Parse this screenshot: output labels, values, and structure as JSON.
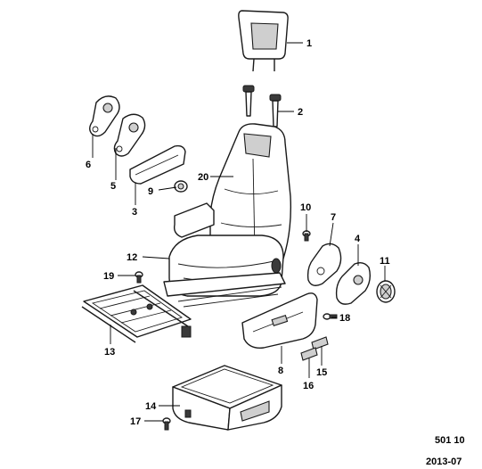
{
  "callouts": {
    "c1": "1",
    "c2": "2",
    "c3": "3",
    "c4": "4",
    "c5": "5",
    "c6": "6",
    "c7": "7",
    "c8": "8",
    "c9": "9",
    "c10": "10",
    "c11": "11",
    "c12": "12",
    "c13": "13",
    "c14": "14",
    "c15": "15",
    "c16": "16",
    "c17": "17",
    "c18": "18",
    "c19": "19",
    "c20": "20"
  },
  "footer": {
    "diagram_number": "501 10",
    "date": "2013-07"
  }
}
